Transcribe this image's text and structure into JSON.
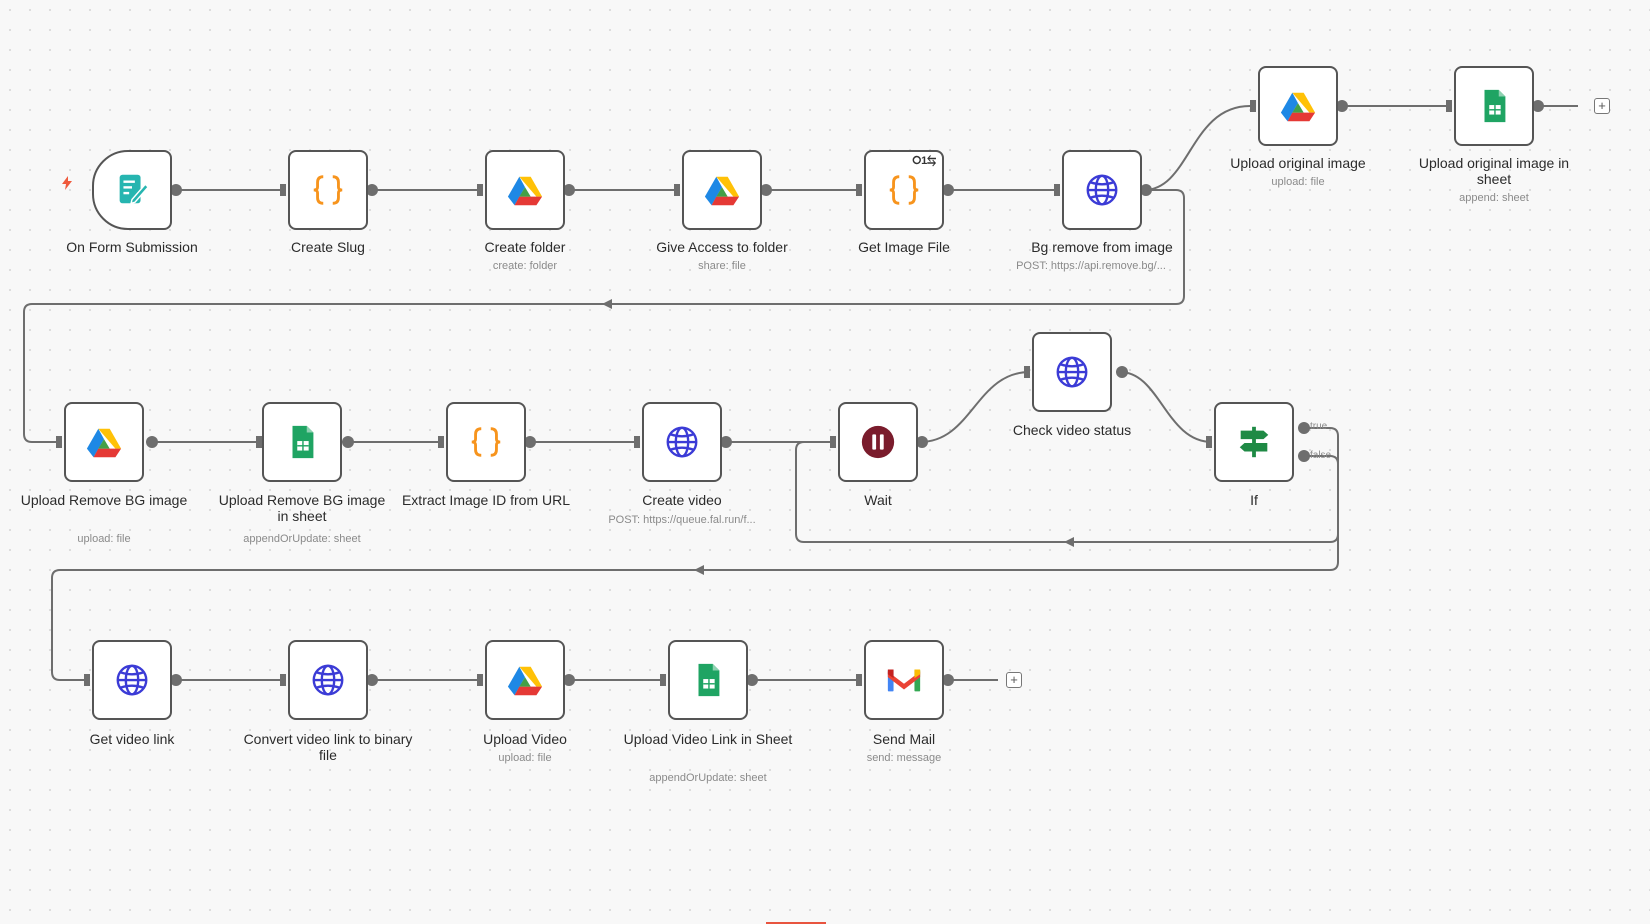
{
  "nodes": {
    "on_form_submission": {
      "label": "On Form Submission"
    },
    "create_slug": {
      "label": "Create Slug"
    },
    "create_folder": {
      "label": "Create folder",
      "sub": "create: folder"
    },
    "give_access": {
      "label": "Give Access to folder",
      "sub": "share: file"
    },
    "get_image_file": {
      "label": "Get Image File",
      "badge": "⭘1⇆"
    },
    "bg_remove": {
      "label": "Bg remove from image",
      "sub": "POST: https://api.remove.bg/..."
    },
    "upload_original": {
      "label": "Upload original image",
      "sub": "upload: file"
    },
    "upload_original_sheet": {
      "label": "Upload original image in sheet",
      "sub": "append: sheet"
    },
    "upload_remove_bg": {
      "label": "Upload Remove BG image",
      "sub": "upload: file"
    },
    "upload_remove_bg_sheet": {
      "label": "Upload Remove BG image in sheet",
      "sub": "appendOrUpdate: sheet"
    },
    "extract_image_id": {
      "label": "Extract Image ID from URL"
    },
    "create_video": {
      "label": "Create video",
      "sub": "POST: https://queue.fal.run/f..."
    },
    "wait": {
      "label": "Wait"
    },
    "check_video_status": {
      "label": "Check video status"
    },
    "if": {
      "label": "If",
      "true_label": "true",
      "false_label": "false"
    },
    "get_video_link": {
      "label": "Get video link"
    },
    "convert_video": {
      "label": "Convert video link to binary file"
    },
    "upload_video": {
      "label": "Upload Video",
      "sub": "upload: file"
    },
    "upload_video_link_sheet": {
      "label": "Upload Video Link in Sheet",
      "sub": "appendOrUpdate: sheet"
    },
    "send_mail": {
      "label": "Send Mail",
      "sub": "send: message"
    }
  },
  "add_button_symbol": "+",
  "colors": {
    "edge": "#6e6e6e",
    "http_globe": "#3b3bd6",
    "code_braces": "#f7941d",
    "sheets_green": "#1fa463",
    "wait_maroon": "#7a1c2c",
    "if_green": "#1f8a45",
    "form_teal": "#26b5b0"
  }
}
